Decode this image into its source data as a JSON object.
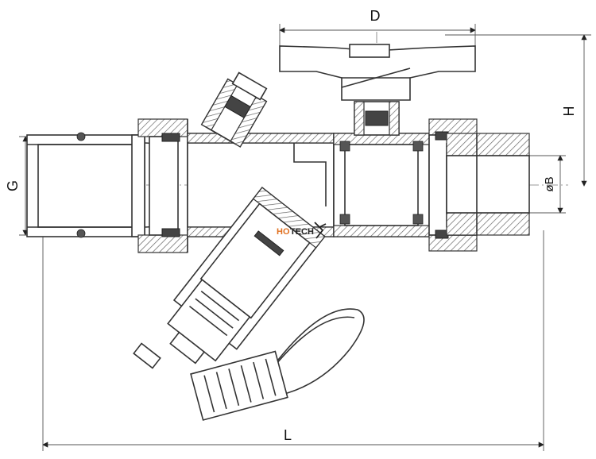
{
  "dimensions": {
    "D": "D",
    "H": "H",
    "G": "G",
    "B": "øB",
    "L": "L"
  },
  "logo": {
    "text_ho": "HO",
    "text_tech": "TECH"
  },
  "colors": {
    "line": "#333333",
    "logo_orange": "#e07020",
    "logo_dark": "#222222"
  }
}
